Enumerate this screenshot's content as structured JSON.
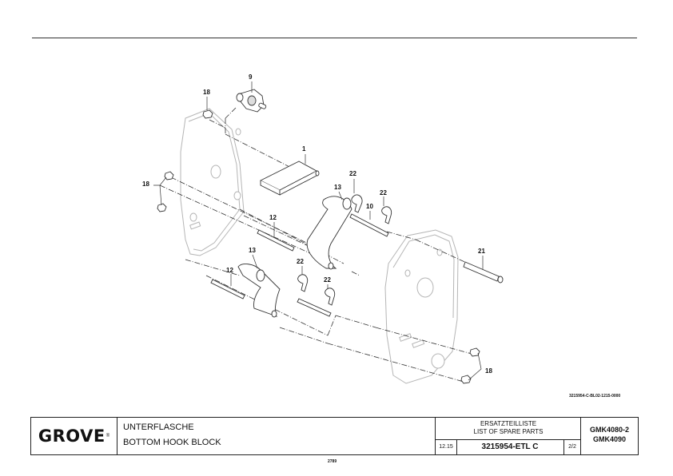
{
  "callouts": {
    "c9": "9",
    "c18a": "18",
    "c1": "1",
    "c18b": "18",
    "c22a": "22",
    "c13a": "13",
    "c22b": "22",
    "c10": "10",
    "c12a": "12",
    "c21": "21",
    "c13b": "13",
    "c22c": "22",
    "c12b": "12",
    "c22d": "22",
    "c18c": "18"
  },
  "drawing_ref": "3215954-C-BL02-1215-0000",
  "title_block": {
    "logo": "GROVE",
    "logo_mark": "®",
    "title_de": "UNTERFLASCHE",
    "title_en": "BOTTOM HOOK BLOCK",
    "list_de": "ERSATZTEILLISTE",
    "list_en": "LIST OF SPARE PARTS",
    "date": "12.15",
    "part_no": "3215954-ETL C",
    "page": "2/2",
    "model_1": "GMK4080-2",
    "model_2": "GMK4090"
  },
  "sheet_number": "2789",
  "colors": {
    "line": "#333333",
    "part_fill": "#ffffff",
    "plate_stroke": "#b5b5b5"
  }
}
